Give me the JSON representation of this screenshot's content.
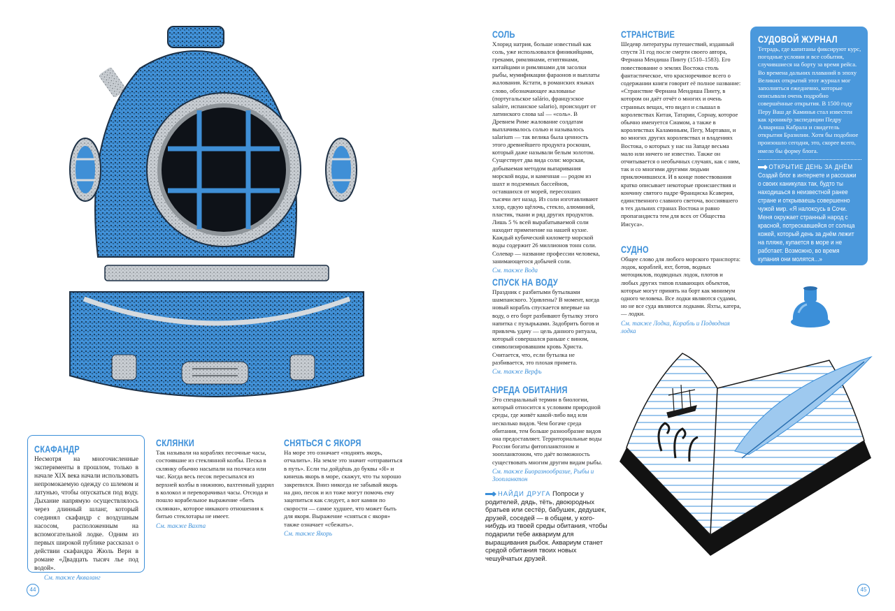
{
  "colors": {
    "accent": "#3b8fd9",
    "card": "#4a98dc",
    "ink": "#1d1d1d"
  },
  "left_page": {
    "skafandr": {
      "title": "СКАФАНДР",
      "text": "Несмотря на многочисленные эксперименты в прошлом, только в начале XIX века начали использовать непромокаемую одежду со шлемом и латунью, чтобы опускаться под воду. Дыхание напрямую осуществлялось через длинный шланг, который соединял скафандр с воздушным насосом, расположенным на вспомогательной лодке. Одним из первых широкой публике рассказал о действии скафандра Жюль Верн в романе «Двадцать тысяч лье под водой».",
      "see": "См. также Акваланг"
    },
    "sklyanki": {
      "title": "СКЛЯНКИ",
      "text": "Так называли на кораблях песочные часы, состоявшие из стеклянной колбы. Песка в склянку обычно насыпали на полчаса или час. Когда весь песок пересыпался из верхней колбы в нижнюю, вахтенный ударял в колокол и переворачивал часы. Отсюда и пошло корабельное выражение «бить склянки», которое никакого отношения к битью стеклотары не имеет.",
      "see": "См. также Вахта"
    },
    "anchor": {
      "title": "СНЯТЬСЯ С ЯКОРЯ",
      "text": "На море это означает «поднять якорь, отчалить». На земле это значит «отправиться в путь». Если ты дойдёшь до буквы «Я» и кинешь якорь в море, скажут, что ты хорошо закрепился. Вниз никогда не забывай якорь на дно, песок и ил тоже могут помочь ему зацепиться как следует, а вот камни по скорости — самое худшее, что может быть для якоря. Выражение «сняться с якоря» также означает «сбежать».",
      "see": "См. также Якорь"
    },
    "page_number": "44"
  },
  "right_page": {
    "sol": {
      "title": "СОЛЬ",
      "text": "Хлорид натрия, больше известный как соль, уже использовался финикийцами, греками, римлянами, египтянами, китайцами и римлянами для засолки рыбы, мумификации фараонов и выплаты жалования. Кстати, в романских языках слово, обозначающее жалованье (португальское salário, французское salaire, испанское salario), происходит от латинского слова sal — «соль». В Древнем Риме жалование солдатам выплачивалось солью и называлось salarium — так велика была ценность этого древнейшего продукта роскоши, который даже называли белым золотом. Существует два вида соли: морская, добываемая методом выпаривания морской воды, и каменная — родом из шахт и подземных бассейнов, оставшихся от морей, пересохших тысячи лет назад. Из соли изготавливают хлор, едкую щёлочь, стекло, алюминий, пластик, ткани и ряд других продуктов. Лишь 5 % всей вырабатываемой соли находит применение на нашей кухне. Каждый кубический километр морской воды содержит 26 миллионов тонн соли. Солевар — название профессии человека, занимающегося добычей соли.",
      "see": "См. также Вода"
    },
    "spusk": {
      "title": "СПУСК НА ВОДУ",
      "text": "Праздник с разбитыми бутылками шампанского. Удивлены? В момент, когда новый корабль спускается впервые на воду, о его борт разбивают бутылку этого напитка с пузырьками. Задобрить богов и привлечь удачу — цель данного ритуала, который совершался раньше с вином, символизировавшим кровь Христа. Считается, что, если бутылка не разбивается, это плохая примета.",
      "see": "См. также Верфь"
    },
    "sreda": {
      "title": "СРЕДА ОБИТАНИЯ",
      "text": "Это специальный термин в биологии, который относится к условиям природной среды, где живёт какой-либо вид или несколько видов. Чем богаче среда обитания, тем больше разнообразие видов она предоставляет. Территориальные воды России богаты фитопланктоном и зоопланктоном, что даёт возможность существовать многим другим видам рыбы.",
      "see": "См. также Биоразнообразие, Рыбы и Зоопланктон"
    },
    "stranstvie": {
      "title": "СТРАНСТВИЕ",
      "text": "Шедевр литературы путешествий, изданный спустя 31 год после смерти своего автора, Фернана Мендиша Пинту (1510–1583). Его повествование о землях Востока столь фантастическое, что красноречивое всего о содержании книги говорит её полное название: «Странствие Фернана Мендиша Пинту, в котором он даёт отчёт о многих и очень странных вещах, что видел и слышал в королевствах Китая, Татарии, Сорнау, которое обычно именуется Сиамом, а также в королевствах Каламиньям, Пегу, Мартаван, и во многих других королевствах и владениях Востока, о которых у нас на Западе весьма мало или ничего не известно. Также он отчитывается о необычных случаях, как с ним, так и со многими другими людьми приключившихся. И в конце повествования кратко описывает некоторые происшествия и кончину святого падре Франциска Ксаверия, единственного славного светоча, воссиявшего в тех дальних странах Востока и равно пропагандиста тем для всех от Общества Иисуса».",
      "see": ""
    },
    "sudno": {
      "title": "СУДНО",
      "text": "Общее слово для любого морского транспорта: лодок, кораблей, яхт, ботов, водных мотоциклов, подводных лодок, плотов и любых других типов плавающих объектов, которые могут принять на борт как минимум одного человека. Все лодки являются судами, но не все суда являются лодками. Яхты, катера, — лодки.",
      "see": "См. также Лодка, Корабль и Подводная лодка"
    },
    "journal": {
      "title": "СУДОВОЙ ЖУРНАЛ",
      "text": "Тетрадь, где капитаны фиксируют курс, погодные условия и все события, случившиеся на борту за время рейса. Во времена дальних плаваний в эпоху Великих открытий этот журнал мог заполняться ежедневно, которые описывали очень подробно совершённые открытия. В 1500 году Перу Ваш де Каминья стал известен как хроникёр экспедиции Педру Алвариша Кабрала и свидетель открытия Бразилии. Хотя бы подобное произошло сегодня, это, скорее всего, имело бы форму блога.",
      "extra_label": "ОТКРЫТИЕ ДЕНЬ ЗА ДНЁМ",
      "extra_text": "Создай блог в интернете и расскажи о своих каникулах так, будто ты находишься в неизвестной ранее стране и открываешь совершенно чужой мир. «Я налоксусь в Сочи. Меня окружает странный народ с красной, потрескавшейся от солнца кожей, который день за днём лежит на пляже, купается в море и не работает. Возможно, во время купания они молятся...»"
    },
    "friend": {
      "label": "НАЙДИ ДРУГА",
      "text": "Попроси у родителей, дядь, тёть, двоюродных братьев или сестёр, бабушек, дедушек, друзей, соседей — в общем, у кого-нибудь из твоей среды обитания, чтобы подарили тебе аквариум для выращивания рыбок. Аквариум станет средой обитания твоих новых чешуйчатых друзей."
    },
    "page_number": "45"
  }
}
